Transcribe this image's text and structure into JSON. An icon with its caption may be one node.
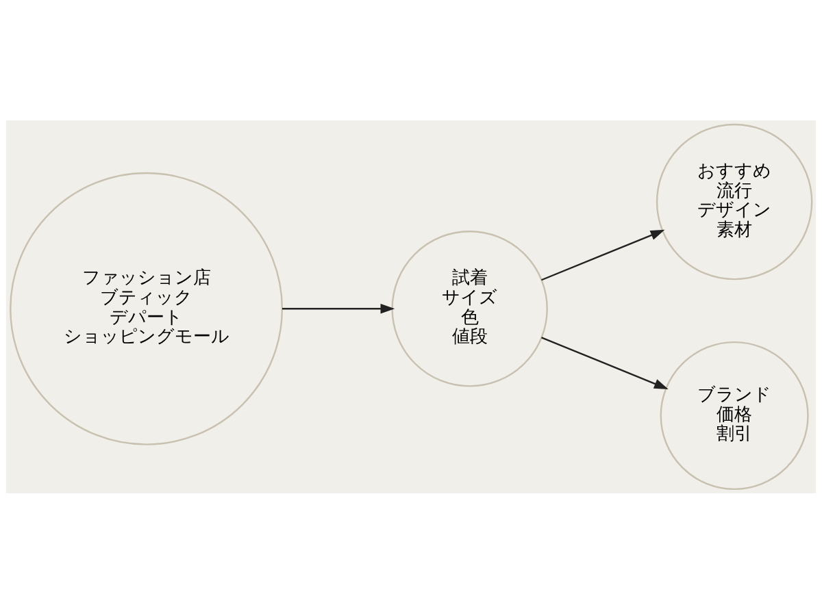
{
  "diagram": {
    "nodes": [
      {
        "text": [
          "ファッション店",
          "ブティック",
          "デパート",
          "ショッピングモール"
        ]
      },
      {
        "text": [
          "試着",
          "サイズ",
          "色",
          "値段"
        ]
      },
      {
        "text": [
          "おすすめ",
          "流行",
          "デザイン",
          "素材"
        ]
      },
      {
        "text": [
          "ブランド",
          "価格",
          "割引"
        ]
      }
    ],
    "edges": [
      {
        "from": 0,
        "to": 1,
        "arrow": "to"
      },
      {
        "from": 1,
        "to": 2,
        "arrow": "to"
      },
      {
        "from": 1,
        "to": 3,
        "arrow": "to"
      }
    ]
  }
}
